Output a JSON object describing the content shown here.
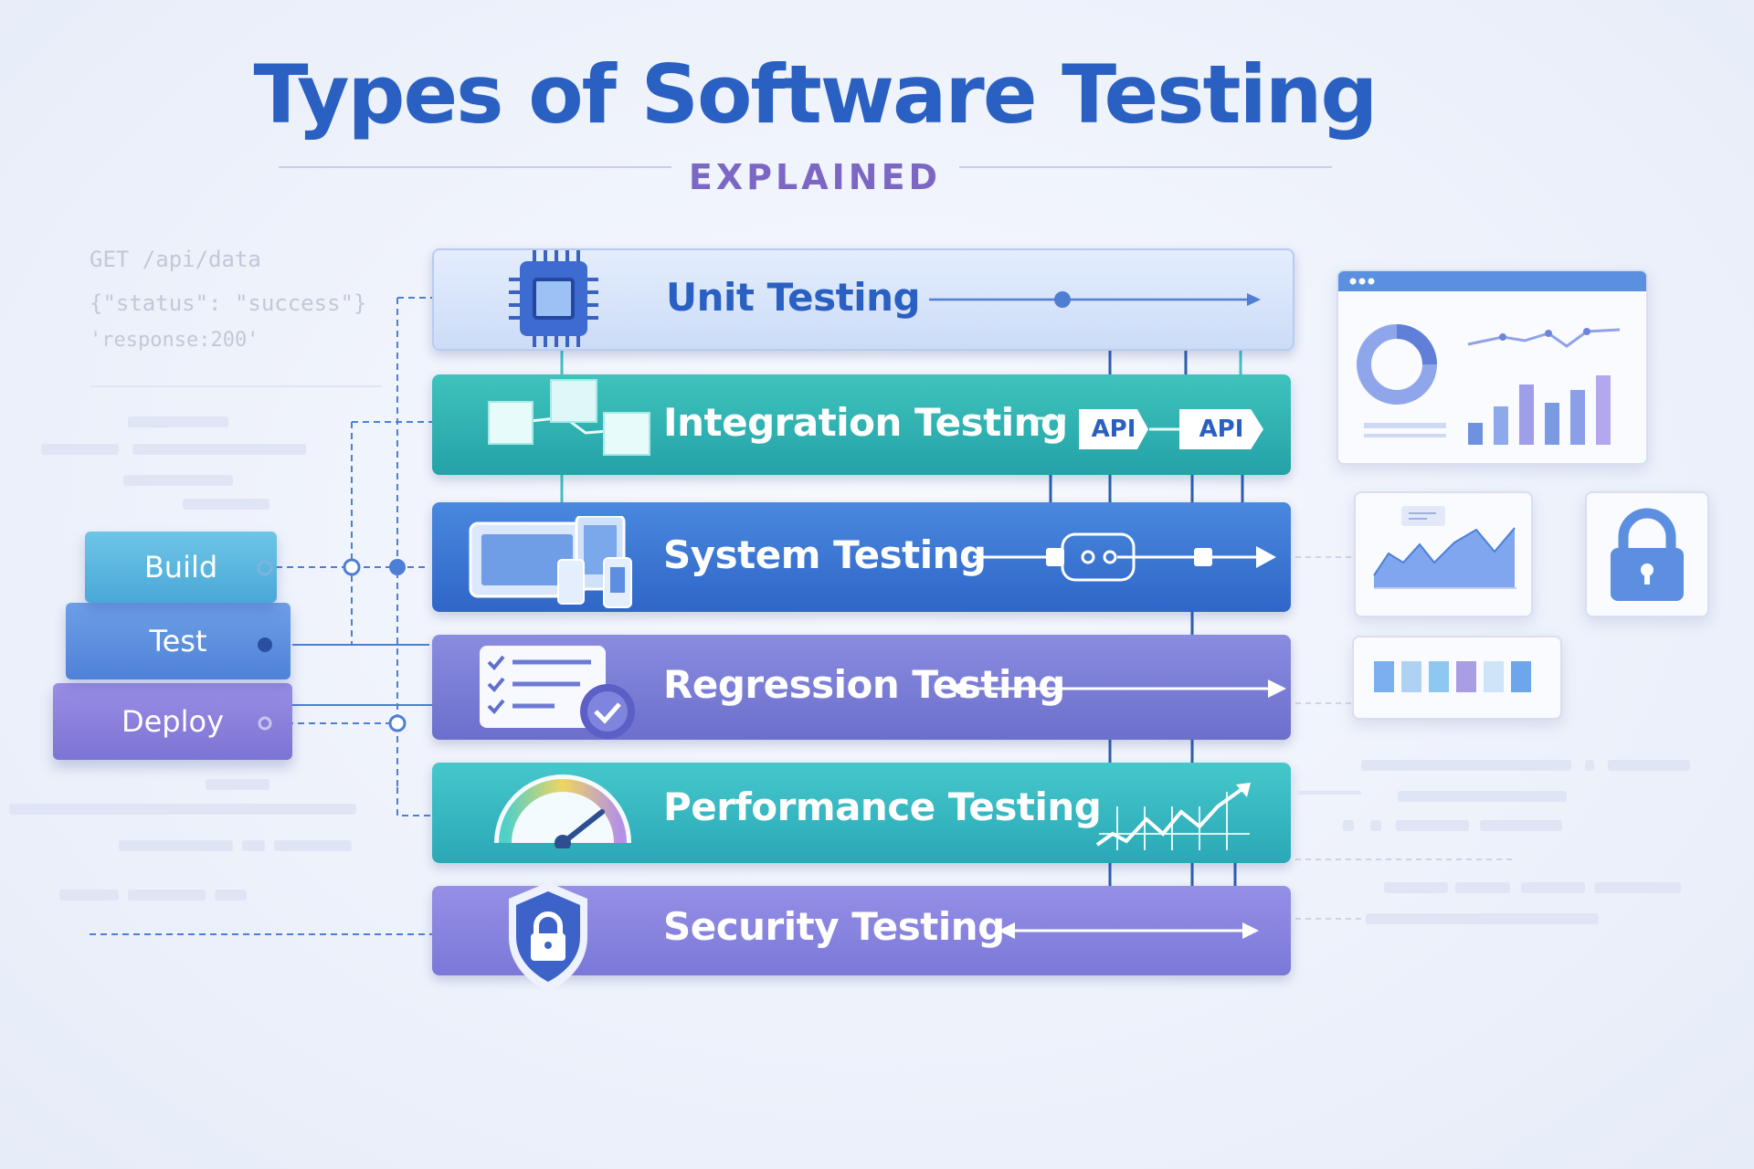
{
  "header": {
    "title": "Types of Software Testing",
    "subtitle": "EXPLAINED"
  },
  "code_snippet": [
    "GET /api/data",
    "{\"status\": \"success\"}",
    "'response:200'"
  ],
  "pipeline": [
    "Build",
    "Test",
    "Deploy"
  ],
  "testing_types": [
    {
      "label": "Unit Testing",
      "icon": "chip-icon"
    },
    {
      "label": "Integration Testing",
      "icon": "cubes-icon"
    },
    {
      "label": "System Testing",
      "icon": "devices-icon"
    },
    {
      "label": "Regression Testing",
      "icon": "checklist-icon"
    },
    {
      "label": "Performance Testing",
      "icon": "speedometer-icon"
    },
    {
      "label": "Security Testing",
      "icon": "shield-lock-icon"
    }
  ],
  "api_tags": [
    "API",
    "API"
  ],
  "colors": {
    "unit": "#d5e4fb",
    "integration": "#2fb3b2",
    "system": "#3a78d6",
    "regression": "#7b7bd6",
    "performance": "#3bbac3",
    "security": "#8a82e0",
    "title": "#2a60c2",
    "subtitle": "#7d67c4"
  }
}
